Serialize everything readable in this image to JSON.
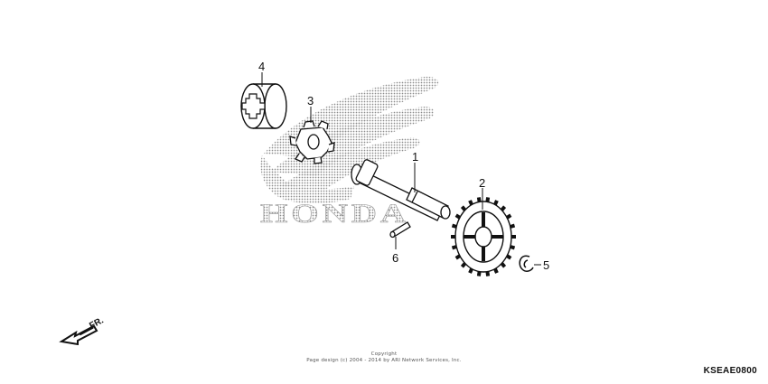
{
  "diagram": {
    "callouts": [
      {
        "id": "1",
        "label": "1"
      },
      {
        "id": "2",
        "label": "2"
      },
      {
        "id": "3",
        "label": "3"
      },
      {
        "id": "4",
        "label": "4"
      },
      {
        "id": "5",
        "label": "5"
      },
      {
        "id": "6",
        "label": "6"
      }
    ],
    "direction_label": "FR.",
    "watermark_logo_text": "HONDA",
    "copyright_line1": "Copyright",
    "copyright_line2": "Page design (c) 2004 - 2014 by ARI Network Services, Inc.",
    "diagram_code": "KSEAE0800"
  },
  "colors": {
    "line": "#111111",
    "watermark": "#9a9a9a"
  }
}
